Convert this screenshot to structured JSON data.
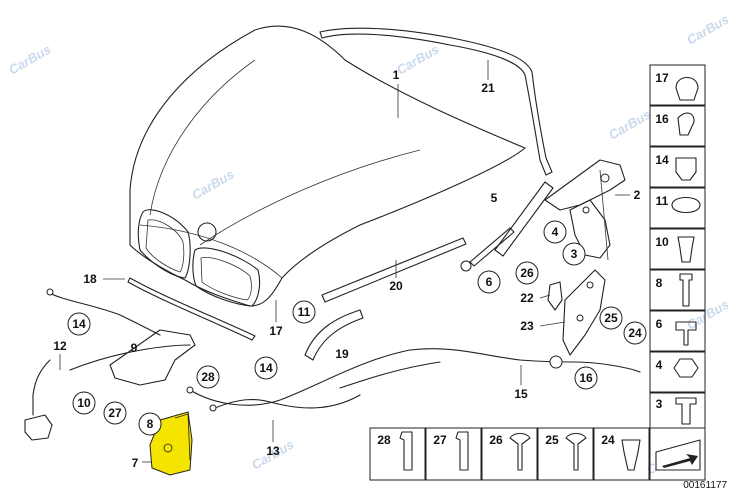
{
  "watermark": "CarBus",
  "document_number": "00161177",
  "callouts": [
    "1",
    "2",
    "3",
    "4",
    "5",
    "6",
    "7",
    "8",
    "9",
    "10",
    "11",
    "12",
    "13",
    "14",
    "15",
    "16",
    "17",
    "18",
    "19",
    "20",
    "21",
    "22",
    "23",
    "24",
    "25",
    "26",
    "27",
    "28"
  ],
  "colors": {
    "highlight": "#f5e400",
    "stroke": "#222222",
    "watermark": "#c9d9ee"
  }
}
